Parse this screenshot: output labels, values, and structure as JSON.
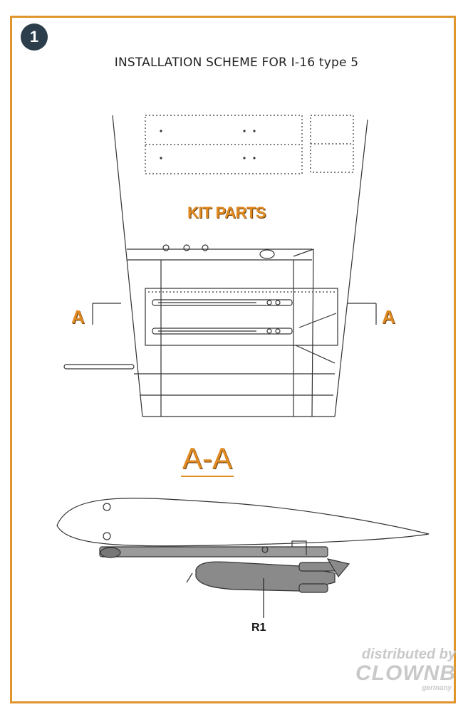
{
  "step": {
    "number": "1"
  },
  "header": {
    "title": "INSTALLATION SCHEME FOR I-16 type 5"
  },
  "labels": {
    "kit_parts": "KIT PARTS",
    "section_left": "A",
    "section_right": "A",
    "section_view": "A-A",
    "part_r1": "R1"
  },
  "watermark": {
    "line1": "distributed by",
    "line2": "CLOWNB",
    "line3": "germany"
  },
  "colors": {
    "frame": "#e0962d",
    "label": "#e08a22",
    "badge": "#2c3e4c"
  }
}
